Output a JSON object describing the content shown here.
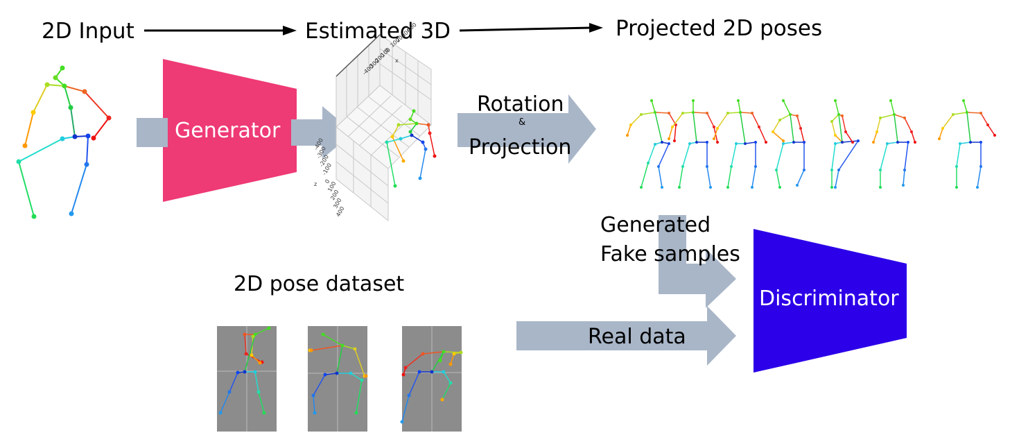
{
  "stages": {
    "input_2d": "2D Input",
    "estimated_3d": "Estimated 3D",
    "projected_2d": "Projected 2D poses"
  },
  "blocks": {
    "generator": "Generator",
    "discriminator": "Discriminator"
  },
  "arrows": {
    "rotation": "Rotation",
    "ampersand": "&",
    "projection": "Projection",
    "fake_line1": "Generated",
    "fake_line2": "Fake samples",
    "real": "Real data"
  },
  "dataset_title": "2D pose dataset",
  "axis3d": {
    "x_label": "x",
    "z_label": "z",
    "top_ticks": [
      "-400",
      "-300",
      "-200",
      "-100",
      "0",
      "100",
      "200",
      "300",
      "400"
    ],
    "left_ticks": [
      "-400",
      "-300",
      "-200",
      "-100",
      "0",
      "100",
      "200",
      "300",
      "400"
    ]
  },
  "colors": {
    "generator": "#ee3a75",
    "discriminator": "#2c00e8",
    "flow_arrow": "#a9b6c8",
    "dataset_bg": "#8c8c8c"
  }
}
